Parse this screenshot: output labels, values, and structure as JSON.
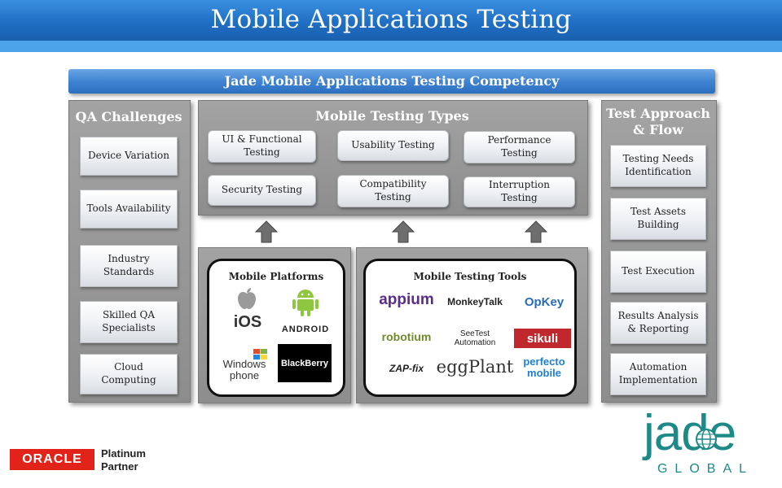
{
  "title": "Mobile Applications Testing",
  "banner": "Jade Mobile Applications Testing Competency",
  "qa_challenges": {
    "title": "QA Challenges",
    "items": [
      "Device Variation",
      "Tools Availability",
      "Industry Standards",
      "Skilled QA Specialists",
      "Cloud Computing"
    ]
  },
  "testing_types": {
    "title": "Mobile Testing Types",
    "items": [
      "UI & Functional Testing",
      "Usability Testing",
      "Performance Testing",
      "Security Testing",
      "Compatibility Testing",
      "Interruption Testing"
    ]
  },
  "platforms": {
    "title": "Mobile Platforms",
    "logos": [
      "iOS",
      "ANDROID",
      "Windows phone",
      "BlackBerry"
    ]
  },
  "tools": {
    "title": "Mobile Testing Tools",
    "logos": [
      "appium",
      "MonkeyTalk",
      "OpKey",
      "robotium",
      "SeeTest Automation",
      "sikuli",
      "ZAP-fix",
      "eggPlant",
      "perfecto mobile"
    ]
  },
  "test_approach": {
    "title": "Test Approach & Flow",
    "items": [
      "Testing Needs Identification",
      "Test Assets Building",
      "Test Execution",
      "Results Analysis & Reporting",
      "Automation Implementation"
    ]
  },
  "oracle": {
    "brand": "ORACLE",
    "line1": "Platinum",
    "line2": "Partner"
  },
  "jade_logo": {
    "brand": "jade",
    "sub": "GLOBAL"
  },
  "colors": {
    "header": "#1f6fc4",
    "panel": "#999999",
    "jade": "#1d8a88",
    "oracle": "#e2231a"
  }
}
